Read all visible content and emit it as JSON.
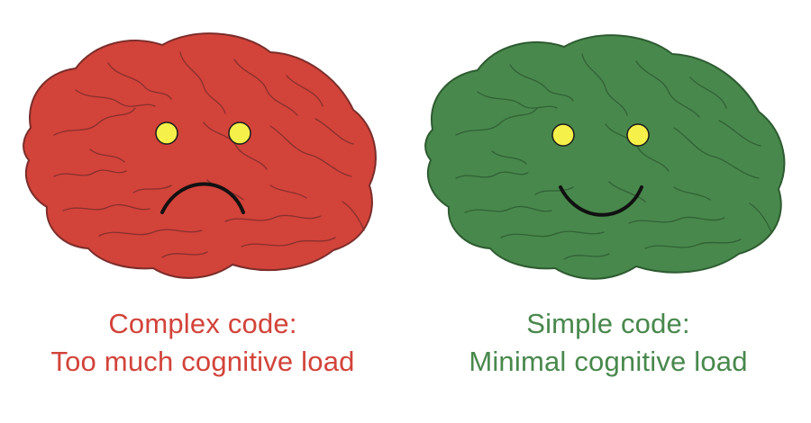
{
  "colors": {
    "complex_brain_fill": "#d2433a",
    "complex_brain_fold": "#7a2d2a",
    "complex_text": "#d2433a",
    "simple_brain_fill": "#48884c",
    "simple_brain_fold": "#2e5b31",
    "simple_text": "#48884c",
    "eye_fill": "#f6f04a",
    "eye_stroke": "#1c1c1c",
    "mouth": "#111111"
  },
  "icons": {
    "complex": "sad-brain-icon",
    "simple": "happy-brain-icon"
  },
  "complex": {
    "line1": "Complex code:",
    "line2": "Too much cognitive load"
  },
  "simple": {
    "line1": "Simple code:",
    "line2": "Minimal cognitive load"
  }
}
